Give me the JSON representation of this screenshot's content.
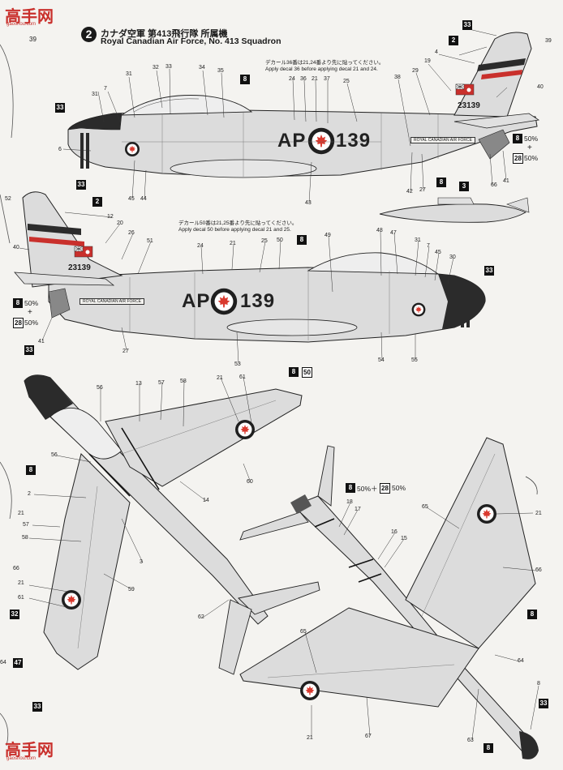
{
  "page": {
    "number": "39"
  },
  "watermark": {
    "logo": "高手网",
    "url": "gaoshou.com"
  },
  "header": {
    "step": "2",
    "title_ja": "カナダ空軍 第413飛行隊 所属機",
    "title_en": "Royal Canadian Air Force, No. 413 Squadron"
  },
  "notes": {
    "top_ja": "デカール36番は21,24番より先に貼ってください。",
    "top_en": "Apply decal 36 before applying decal 21 and 24.",
    "mid_ja": "デカール50番は21,25番より先に貼ってください。",
    "mid_en": "Apply decal 50 before applying decal 21 and 25."
  },
  "markings": {
    "code": "AP",
    "number": "139",
    "serial": "23139",
    "rcaf": "ROYAL CANADIAN AIR FORCE"
  },
  "paint": {
    "mix_pct_a": "50%",
    "mix_pct_b": "50%",
    "plus": "+",
    "mix_inline": "50%＋",
    "mix_inline_b": "50%"
  },
  "color_codes": {
    "c2": "2",
    "c3": "3",
    "c8": "8",
    "c28": "28",
    "c33": "33",
    "c50": "50",
    "c32": "32",
    "c47": "47"
  },
  "callouts": {
    "n1": "31",
    "n2": "32",
    "n3": "33",
    "n4": "34",
    "n5": "35",
    "n6": "24",
    "n7": "36",
    "n8": "21",
    "n9": "37",
    "n10": "25",
    "n11": "38",
    "n12": "29",
    "n13": "19",
    "n14": "4",
    "n15": "39",
    "n16": "40",
    "n17": "7",
    "n18": "6",
    "n19": "45",
    "n20": "44",
    "n21": "43",
    "n22": "42",
    "n23": "27",
    "n24": "66",
    "n25": "41",
    "n26": "52",
    "n27": "12",
    "n28": "20",
    "n29": "26",
    "n30": "51",
    "n31": "50",
    "n32": "49",
    "n33": "48",
    "n34": "47",
    "n35": "30",
    "n36": "54",
    "n37": "55",
    "n38": "53",
    "n39": "13",
    "n40": "57",
    "n41": "58",
    "n42": "61",
    "n43": "56",
    "n44": "64",
    "n45": "14",
    "n46": "60",
    "n47": "59",
    "n48": "62",
    "n49": "18",
    "n50": "17",
    "n51": "16",
    "n52": "15",
    "n53": "65",
    "n54": "63",
    "n55": "67",
    "n56": "8",
    "n57": "2",
    "n58": "3"
  },
  "colors": {
    "ink": "#1a1a1a",
    "paper": "#f4f3f0",
    "aluminium": "#dcdcdc",
    "red": "#c9302c",
    "roundel_red": "#d93a2f"
  }
}
